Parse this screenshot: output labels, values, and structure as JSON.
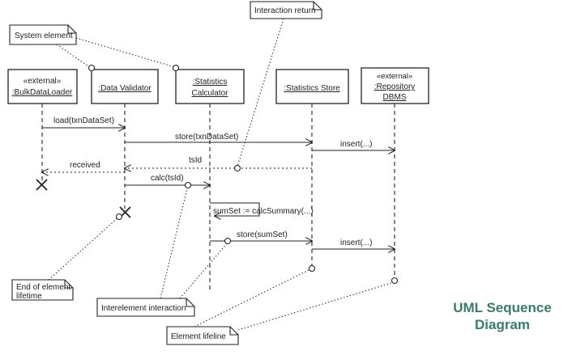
{
  "participants": [
    {
      "stereotype": "«external»",
      "name": ":BulkDataLoader"
    },
    {
      "name": ":Data Validator"
    },
    {
      "name1": ":Statistics",
      "name2": "Calculator"
    },
    {
      "name": ":Statistics Store"
    },
    {
      "stereotype": "«external»",
      "name1": ":Repository",
      "name2": "DBMS"
    }
  ],
  "messages": {
    "load": "load(txnDataSet)",
    "store_txn": "store(txnDataSet)",
    "insert1": "insert(...)",
    "tsid": "tsId",
    "received": "received",
    "calc": "calc(tsId)",
    "calc_summary": "sumSet := calcSummary(...)",
    "store_sum": "store(sumSet)",
    "insert2": "insert(...)"
  },
  "notes": {
    "system_element": "System element",
    "interaction_return": "Interaction return",
    "end_of_lifetime_1": "End of element",
    "end_of_lifetime_2": "lifetime",
    "interelement": "Interelement interaction",
    "element_lifeline": "Element lifeline"
  },
  "caption": {
    "line1": "UML Sequence",
    "line2": "Diagram"
  },
  "colors": {
    "ink": "#222222",
    "caption": "#3b7a6a"
  }
}
